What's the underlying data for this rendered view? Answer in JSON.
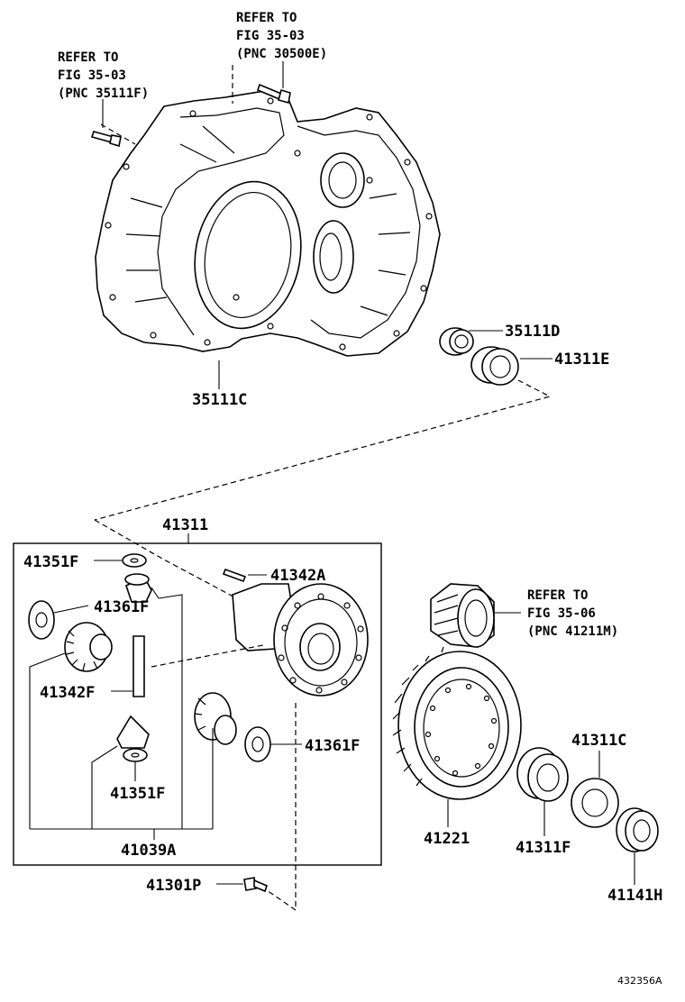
{
  "references": [
    {
      "line1": "REFER TO",
      "line2": "FIG 35-03",
      "line3": "(PNC 30500E)"
    },
    {
      "line1": "REFER TO",
      "line2": "FIG 35-03",
      "line3": "(PNC 35111F)"
    },
    {
      "line1": "REFER TO",
      "line2": "FIG 35-06",
      "line3": "(PNC 41211M)"
    }
  ],
  "parts": {
    "case": "35111C",
    "seal_d": "35111D",
    "bearing_e": "41311E",
    "diff_assy": "41311",
    "washer_f_top": "41351F",
    "gear_f_top": "41361F",
    "pin_a": "41342A",
    "shaft_f": "41342F",
    "gear_f_right": "41361F",
    "washer_f_bottom": "41351F",
    "kit_a": "41039A",
    "bolt_p": "41301P",
    "ring_gear": "41221",
    "bearing_c": "41311C",
    "bearing_f": "41311F",
    "race_h": "41141H"
  },
  "figure_id": "432356A"
}
